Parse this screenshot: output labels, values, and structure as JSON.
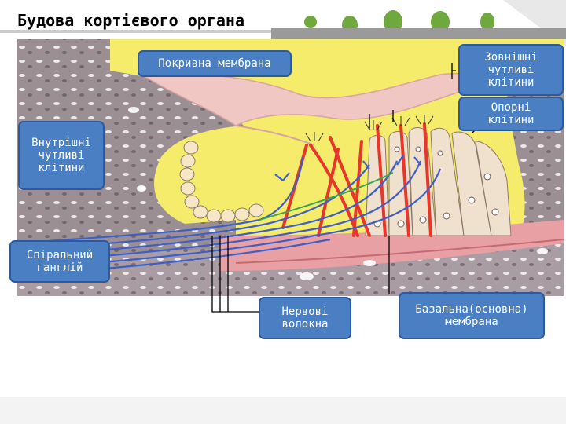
{
  "title": "Будова кортієвого органа",
  "labels": {
    "covering_membrane": "Покривна мембрана",
    "outer_hair_cells": "Зовнішні\nчутливі\nклітини",
    "support_cells": "Опорні\nклітини",
    "inner_hair_cells": "Внутрішні\nчутливі\nклітини",
    "spiral_ganglion": "Спіральний\nганглій",
    "nerve_fibers": "Нервові\nволокна",
    "basilar_membrane": "Базальна(основна)\nмембрана"
  },
  "colors": {
    "label_fill": "#4a7fc4",
    "label_border": "#2c5a9c",
    "endolymph": "#f4ec6a",
    "tissue": "#9b8f93",
    "membrane": "#e8a0a4",
    "nerve": "#3d5fc9",
    "support_red": "#e8362a"
  }
}
